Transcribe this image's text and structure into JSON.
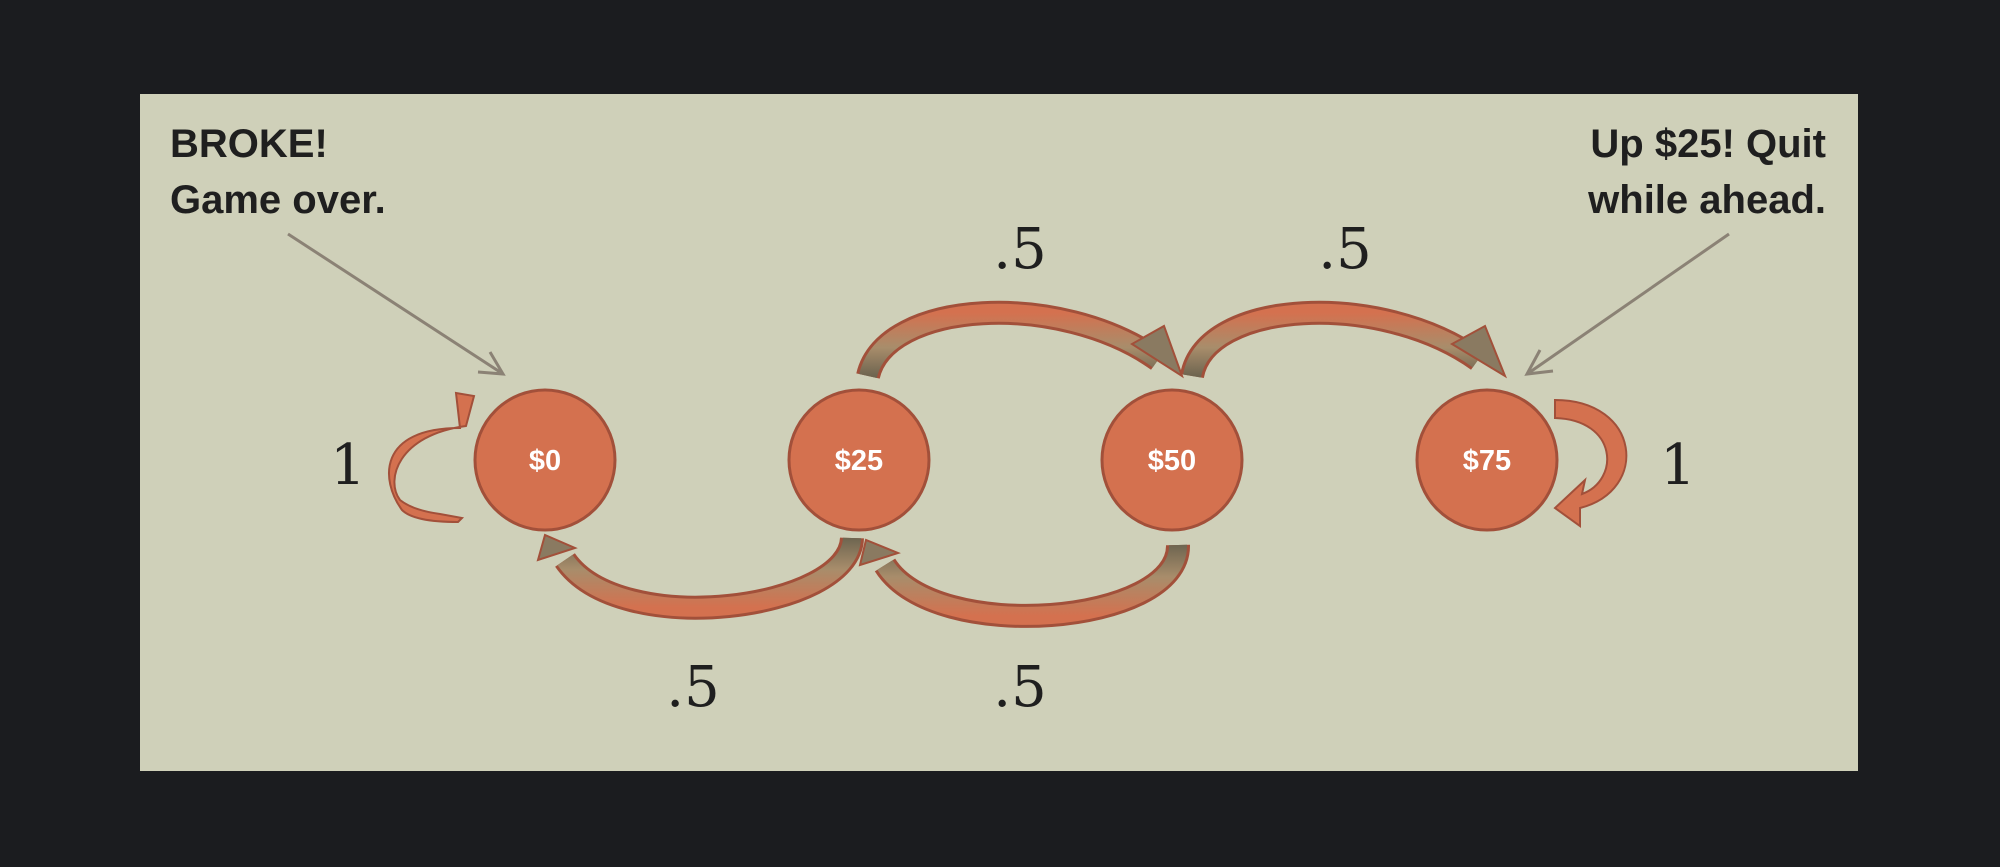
{
  "annotations": {
    "left": {
      "line1": "BROKE!",
      "line2": "Game over."
    },
    "right": {
      "line1": "Up $25! Quit",
      "line2": "while ahead."
    }
  },
  "states": {
    "s0": "$0",
    "s25": "$25",
    "s50": "$50",
    "s75": "$75"
  },
  "probabilities": {
    "p25_50": ".5",
    "p50_75": ".5",
    "p25_0": ".5",
    "p50_25": ".5",
    "self0": "1",
    "self75": "1"
  },
  "colors": {
    "background": "#1b1c1f",
    "panel": "#cfd0b9",
    "node": "#d4714f",
    "arrow_dark": "#7f6f58"
  }
}
